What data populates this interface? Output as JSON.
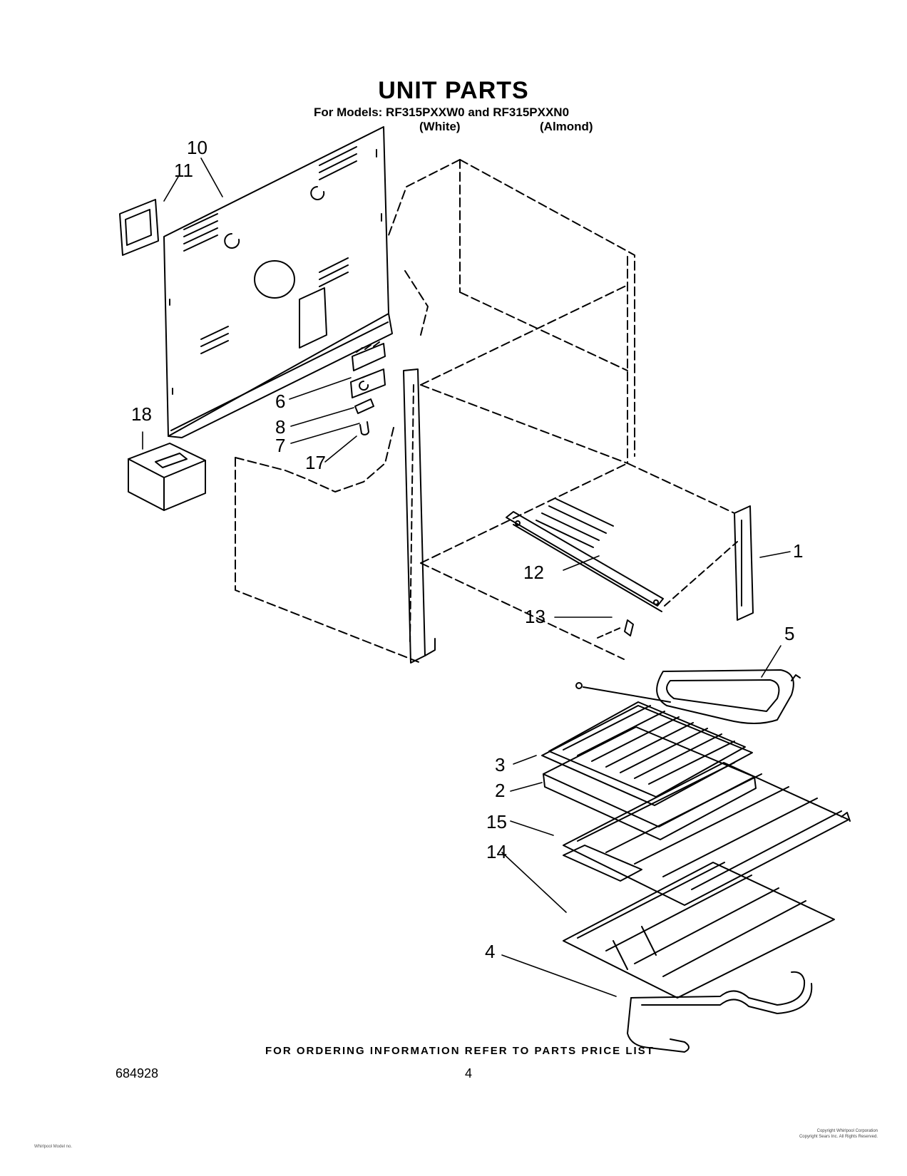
{
  "header": {
    "title": "UNIT PARTS",
    "models_line": "For Models: RF315PXXW0 and RF315PXXN0",
    "color_white": "(White)",
    "color_almond": "(Almond)"
  },
  "callouts": [
    "10",
    "11",
    "6",
    "8",
    "7",
    "17",
    "18",
    "1",
    "12",
    "13",
    "5",
    "3",
    "2",
    "15",
    "14",
    "4"
  ],
  "footer": {
    "ordering_note": "FOR ORDERING INFORMATION REFER TO PARTS PRICE LIST",
    "doc_number": "684928",
    "page_number": "4"
  },
  "fine_print": {
    "left": "Whirlpool Model no.",
    "right_line1": "Copyright Whirlpool Corporation",
    "right_line2": "Copyright Sears Inc. All Rights Reserved."
  }
}
